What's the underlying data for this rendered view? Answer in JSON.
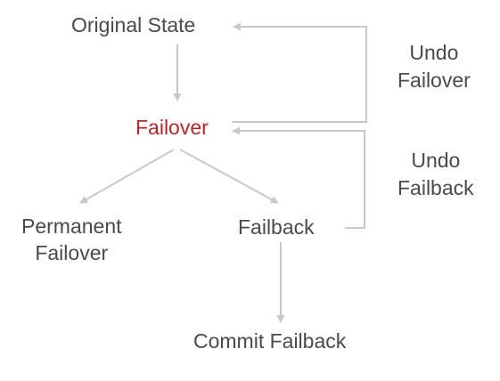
{
  "colors": {
    "text": "#4a4a4a",
    "highlight": "#b5262b",
    "connector": "#c8c8c8"
  },
  "nodes": {
    "original_state": "Original State",
    "failover": "Failover",
    "permanent_failover_line1": "Permanent",
    "permanent_failover_line2": "Failover",
    "failback": "Failback",
    "commit_failback": "Commit Failback"
  },
  "edge_labels": {
    "undo_failover_line1": "Undo",
    "undo_failover_line2": "Failover",
    "undo_failback_line1": "Undo",
    "undo_failback_line2": "Failback"
  }
}
